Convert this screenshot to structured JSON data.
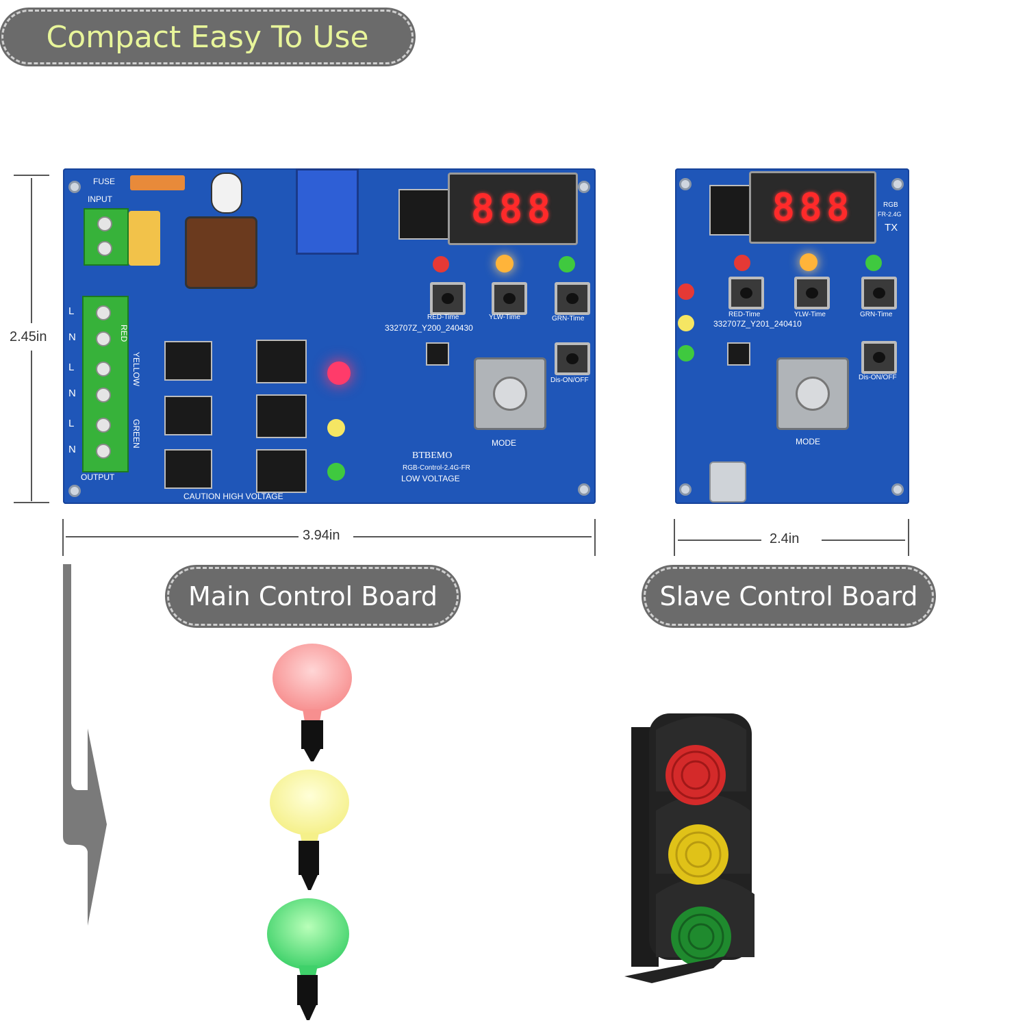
{
  "headline": "Compact Easy To Use",
  "dimensions": {
    "main_height": "2.45in",
    "main_width": "3.94in",
    "slave_width": "2.4in"
  },
  "main_label": "Main Control Board",
  "slave_label": "Slave Control Board",
  "main_board": {
    "display_digits": "888",
    "fuse": "FUSE",
    "input": "INPUT",
    "output": "OUTPUT",
    "caution": "CAUTION HIGH VOLTAGE",
    "brand": "BTBEMO",
    "model": "RGB-Control-2.4G-FR",
    "low_voltage": "LOW VOLTAGE",
    "serial": "332707Z_Y200_240430",
    "color_labels": [
      "RED",
      "YELLOW",
      "GREEN"
    ],
    "terminal_labels": [
      "L",
      "N",
      "L",
      "N",
      "L",
      "N"
    ],
    "button_labels": [
      "RED-Time",
      "YLW-Time",
      "GRN-Time",
      "Dis-ON/OFF"
    ],
    "mode": "MODE"
  },
  "slave_board": {
    "display_digits": "888",
    "rgb": "RGB",
    "fr": "FR-2.4G",
    "tx": "TX",
    "serial": "332707Z_Y201_240410",
    "button_labels": [
      "RED-Time",
      "YLW-Time",
      "GRN-Time",
      "Dis-ON/OFF"
    ],
    "mode": "MODE"
  },
  "colors": {
    "pcb": "#1f56b8",
    "pill": "#6b6b6b",
    "headline_text": "#e8f59a",
    "red": "#e53935",
    "yellow": "#f5e663",
    "green": "#3fc93f"
  },
  "icons": [
    "down-arrow-icon",
    "bulb-icon",
    "traffic-light-icon"
  ]
}
